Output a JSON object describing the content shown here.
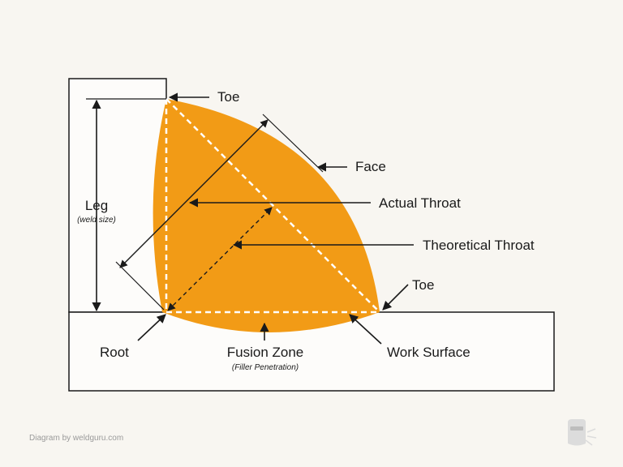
{
  "labels": {
    "toe_top": "Toe",
    "face": "Face",
    "actual_throat": "Actual Throat",
    "theoretical_throat": "Theoretical Throat",
    "toe_right": "Toe",
    "leg": "Leg",
    "leg_sub": "(weld size)",
    "root": "Root",
    "fusion_zone": "Fusion Zone",
    "fusion_zone_sub": "(Filler Penetration)",
    "work_surface": "Work Surface"
  },
  "credit": "Diagram by weldguru.com",
  "icons": {
    "logo": "welder-mask-icon"
  },
  "colors": {
    "background": "#f8f6f1",
    "weld": "#f29b16",
    "plate_fill": "#fdfcfa",
    "stroke": "#1a1a1a",
    "dashed": "#ffffff"
  }
}
